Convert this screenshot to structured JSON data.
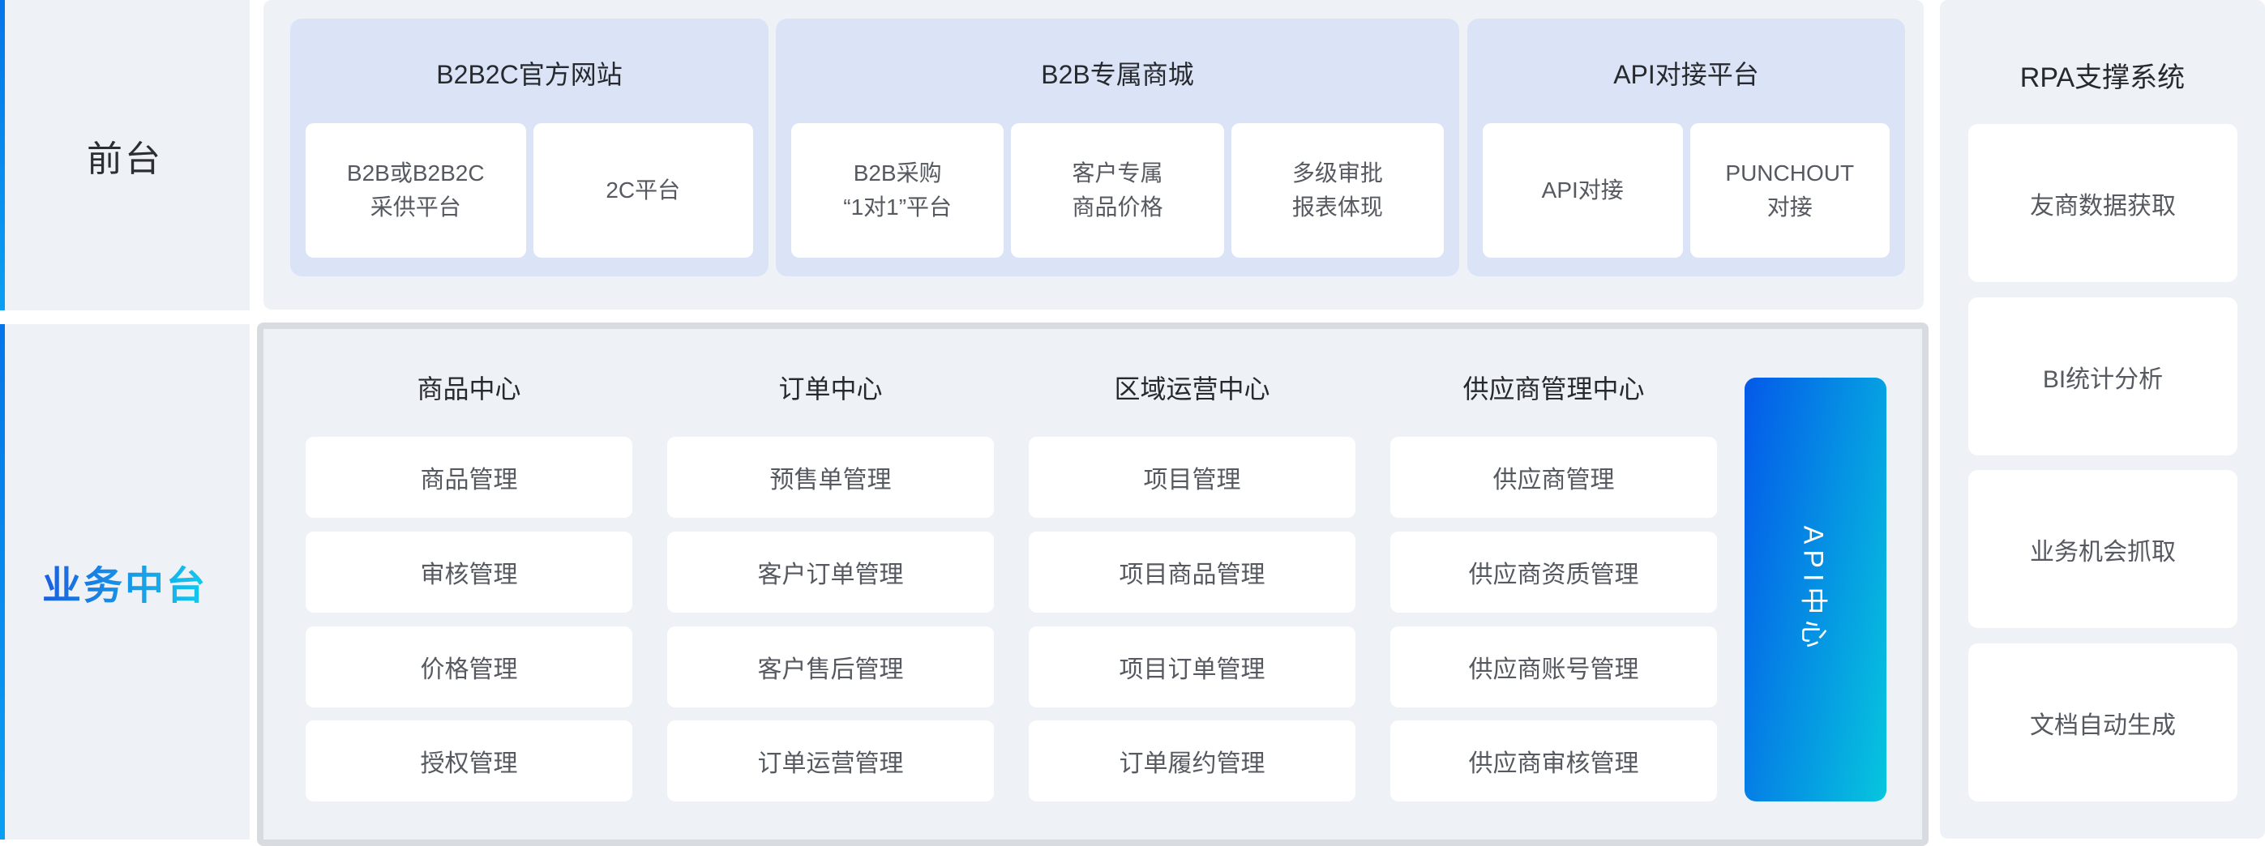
{
  "left_rail": {
    "front_label": "前台",
    "middle_label": "业务中台"
  },
  "front_groups": [
    {
      "title": "B2B2C官方网站",
      "cards": [
        "B2B或B2B2C\n采供平台",
        "2C平台"
      ]
    },
    {
      "title": "B2B专属商城",
      "cards": [
        "B2B采购\n“1对1”平台",
        "客户专属\n商品价格",
        "多级审批\n报表体现"
      ]
    },
    {
      "title": "API对接平台",
      "cards": [
        "API对接",
        "PUNCHOUT\n对接"
      ]
    }
  ],
  "middle": {
    "columns": [
      {
        "title": "商品中心",
        "items": [
          "商品管理",
          "审核管理",
          "价格管理",
          "授权管理"
        ]
      },
      {
        "title": "订单中心",
        "items": [
          "预售单管理",
          "客户订单管理",
          "客户售后管理",
          "订单运营管理"
        ]
      },
      {
        "title": "区域运营中心",
        "items": [
          "项目管理",
          "项目商品管理",
          "项目订单管理",
          "订单履约管理"
        ]
      },
      {
        "title": "供应商管理中心",
        "items": [
          "供应商管理",
          "供应商资质管理",
          "供应商账号管理",
          "供应商审核管理"
        ]
      }
    ],
    "api_bar_label": "API中心"
  },
  "rpa": {
    "title": "RPA支撑系统",
    "items": [
      "友商数据获取",
      "BI统计分析",
      "业务机会抓取",
      "文档自动生成"
    ]
  },
  "colors": {
    "panel_bg": "#eef1f6",
    "group_bg": "#dae4f6",
    "box_border": "#d8dbdf",
    "stripe_gradient": [
      "#0575e8",
      "#0a9ff2"
    ],
    "middle_label_gradient": [
      "#1b5fe0",
      "#12cbee"
    ],
    "api_bar_gradient": [
      "#0459e9",
      "#06c6de"
    ],
    "title_text": "#26292e",
    "card_text": "#56595f"
  }
}
